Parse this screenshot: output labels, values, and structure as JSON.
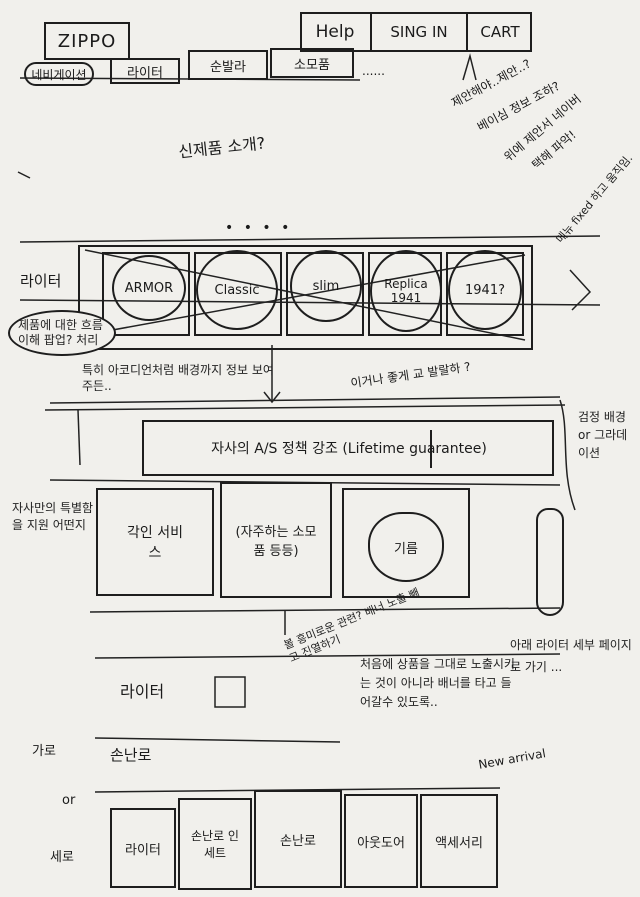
{
  "header": {
    "logo": "ZIPPO",
    "help": "Help",
    "sign_in": "SING IN",
    "cart": "CART"
  },
  "nav": {
    "items": [
      "네비게이션",
      "라이터",
      "순발라",
      "소모품"
    ],
    "more": "......"
  },
  "notes_top_right": {
    "line1": "제안해야..제안..?",
    "line2": "베이심 정보 조하?",
    "line3": "위에 제안서 네이버",
    "line4": "택해 파악!"
  },
  "notes_right_fixed": "메뉴 fixed 하고 움직임.",
  "new_products_title": "신제품 소개?",
  "section_lighter_label": "라이터",
  "product_circles": [
    "ARMOR",
    "Classic",
    "slim",
    "Replica 1941",
    "1941?"
  ],
  "dots": "• • • •",
  "hero_note_bubble": "제품에 대한 흐름 이해 팝업? 처리",
  "hero_note_below": "특히 아코디언처럼 배경까지 정보 보여주든..",
  "wide_note_above": "이거나 좋게 교 발랄하 ?",
  "warranty_banner": "자사의 A/S 정책 강조 (Lifetime guarantee)",
  "side_note_bg": "검정 배경 or 그라데이션",
  "left_note_grid": "자사만의 특별함을 지원 어떤지",
  "grid_boxes": [
    "각인 서비스",
    "(자주하는 소모품 등등)",
    "기름"
  ],
  "mid_note": "볼 흥미로운 관련? 배너 노출 빼고 진열하기",
  "mid_note2": "처음에 상품을 그대로 노출시키는 것이 아니라 배너를 타고 들어갈수 있도록..",
  "new_arrival": "New arrival",
  "right_note_lighter": "아래 라이터 세부 페이지로 가기 ...",
  "lighter_row_label": "라이터",
  "hand_warmer_label": "손난로",
  "label_garo": "가로",
  "label_or": "or",
  "label_sero": "세로",
  "bottom_tabs": [
    "라이터",
    "손난로 인세트",
    "손난로",
    "아웃도어",
    "액세서리"
  ]
}
